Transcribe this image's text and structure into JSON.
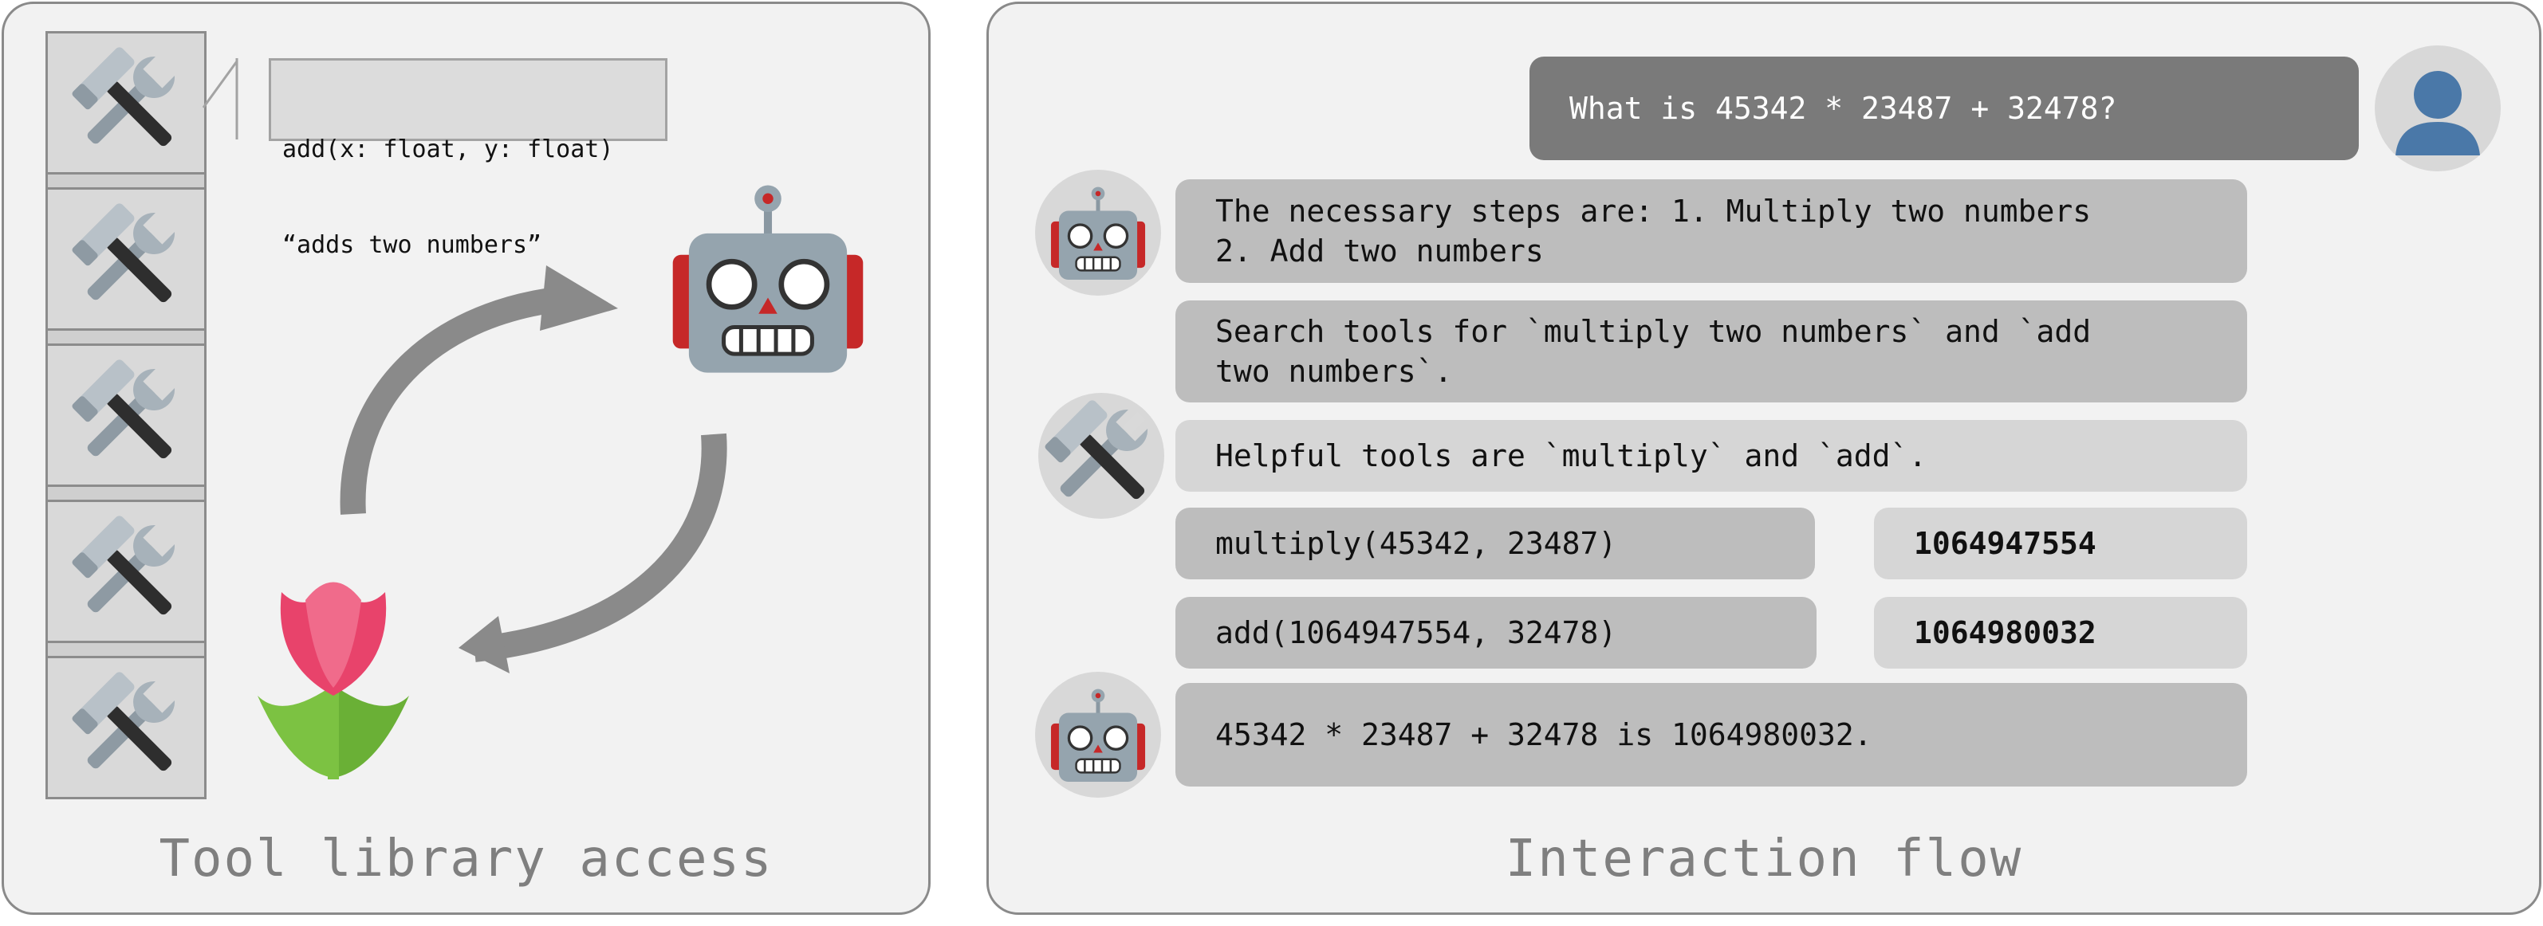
{
  "left_panel": {
    "title": "Tool library access",
    "signature": {
      "line1": "add(x: float, y: float)",
      "line2": "“adds two numbers”"
    }
  },
  "right_panel": {
    "title": "Interaction flow",
    "messages": {
      "user_query": "What is 45342 * 23487 + 32478?",
      "plan": "The necessary steps are: 1. Multiply two numbers\n2. Add two numbers",
      "search": "Search tools for `multiply two numbers` and `add\ntwo numbers`.",
      "tools_found": "Helpful tools are `multiply` and `add`.",
      "call1": "multiply(45342, 23487)",
      "result1": "1064947554",
      "call2": "add(1064947554, 32478)",
      "result2": "1064980032",
      "answer": "45342 * 23487 + 32478 is 1064980032."
    }
  },
  "colors": {
    "panel_bg": "#f2f2f2",
    "panel_border": "#8a8a8a",
    "user_bubble": "#7a7a7a",
    "assistant_bubble": "#bdbdbd",
    "tool_bubble": "#d6d6d6",
    "arrow": "#8a8a8a",
    "robot_body": "#95a4ae",
    "robot_ears": "#c62828",
    "tulip": "#e8436b"
  },
  "icons": [
    "hammer-and-wrench-icon",
    "robot-icon",
    "tulip-icon",
    "user-silhouette-icon"
  ]
}
